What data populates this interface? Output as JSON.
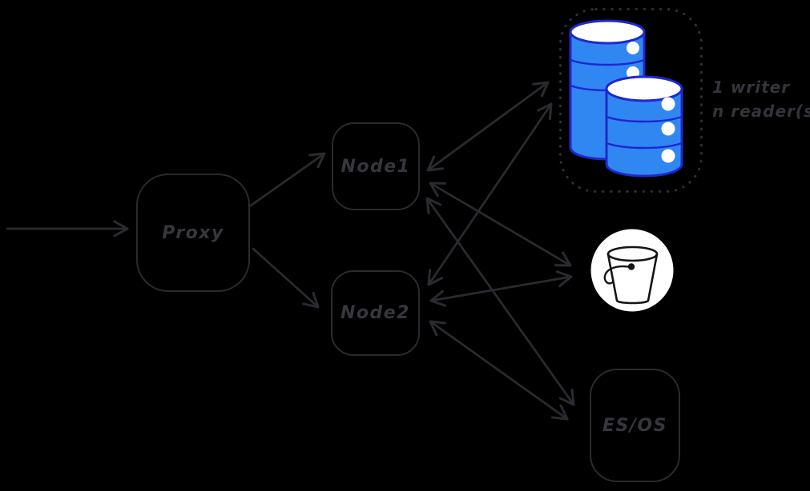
{
  "diagram": {
    "background_color": "#000000",
    "stroke_color": "#2a2a30",
    "text_color": "#36363d",
    "db_fill_color": "#3187f2",
    "db_stroke_color": "#1e28cf",
    "bucket_fill_color": "#ffffff",
    "nodes": {
      "proxy": {
        "label": "Proxy"
      },
      "node1": {
        "label": "Node1"
      },
      "node2": {
        "label": "Node2"
      },
      "esos": {
        "label": "ES/OS"
      },
      "database_cluster": {
        "icon": "database-cylinders-icon",
        "annotation_line1": "1 writer",
        "annotation_line2": "n reader(s)"
      },
      "object_storage": {
        "icon": "bucket-icon"
      }
    },
    "edges": [
      {
        "from": "external",
        "to": "proxy",
        "direction": "one-way"
      },
      {
        "from": "proxy",
        "to": "node1",
        "direction": "one-way"
      },
      {
        "from": "proxy",
        "to": "node2",
        "direction": "one-way"
      },
      {
        "from": "node1",
        "to": "database_cluster",
        "direction": "two-way"
      },
      {
        "from": "node1",
        "to": "object_storage",
        "direction": "two-way"
      },
      {
        "from": "node1",
        "to": "esos",
        "direction": "two-way"
      },
      {
        "from": "node2",
        "to": "database_cluster",
        "direction": "two-way"
      },
      {
        "from": "node2",
        "to": "object_storage",
        "direction": "two-way"
      },
      {
        "from": "node2",
        "to": "esos",
        "direction": "two-way"
      }
    ]
  }
}
